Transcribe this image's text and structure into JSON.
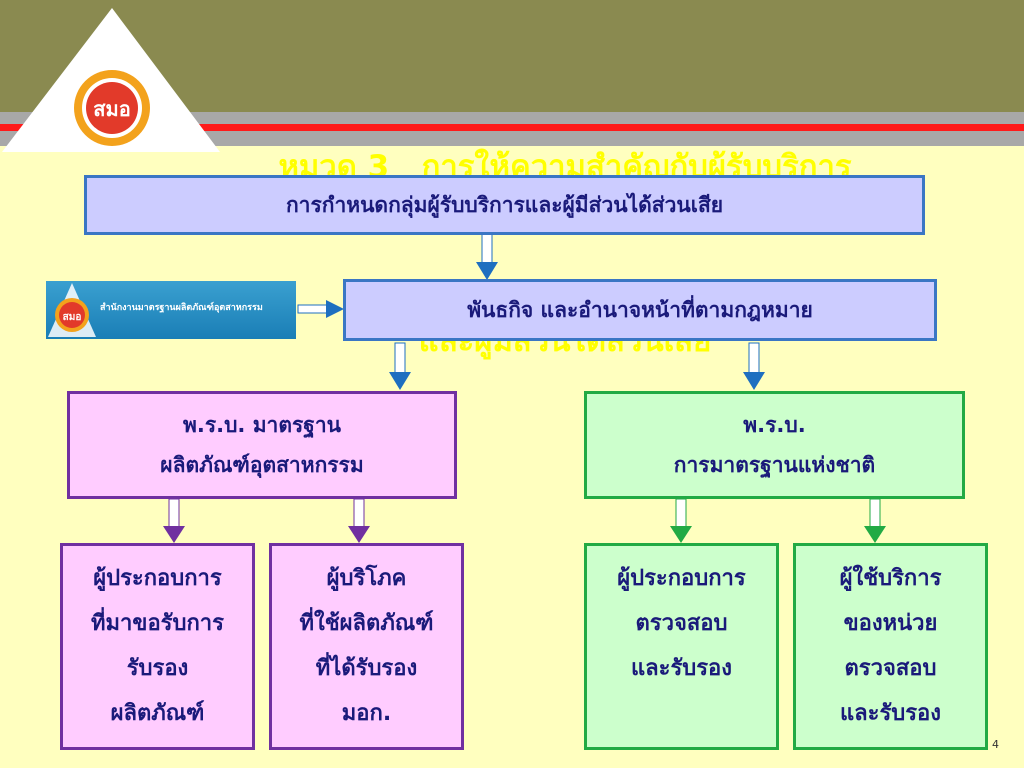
{
  "header": {
    "title_line1": "หมวด 3   การให้ความสำคัญกับผู้รับบริการ",
    "title_line2": "และผู้มีส่วนได้ส่วนเสีย",
    "logo_text": "สมอ"
  },
  "office_logo": {
    "logo_text": "สมอ",
    "name": "สำนักงานมาตรฐานผลิตภัณฑ์อุตสาหกรรม"
  },
  "diagram": {
    "top_box": "การกำหนดกลุ่มผู้รับบริการและผู้มีส่วนได้ส่วนเสีย",
    "mission_box": "พันธกิจ และอำนาจหน้าที่ตามกฎหมาย",
    "left_act": {
      "line1": "พ.ร.บ. มาตรฐาน",
      "line2": "ผลิตภัณฑ์อุตสาหกรรม"
    },
    "right_act": {
      "line1": "พ.ร.บ.",
      "line2": "การมาตรฐานแห่งชาติ"
    },
    "leaf1": [
      "ผู้ประกอบการ",
      "ที่มาขอรับการ",
      "รับรอง",
      "ผลิตภัณฑ์"
    ],
    "leaf2": [
      "ผู้บริโภค",
      "ที่ใช้ผลิตภัณฑ์",
      "ที่ได้รับรอง",
      "มอก."
    ],
    "leaf3": [
      "ผู้ประกอบการ",
      "ตรวจสอบ",
      "และรับรอง"
    ],
    "leaf4": [
      "ผู้ใช้บริการ",
      "ของหน่วย",
      "ตรวจสอบ",
      "และรับรอง"
    ]
  },
  "colors": {
    "background": "#ffffbf",
    "header": "#8a8a50",
    "title": "#ffff00",
    "blue_box": "#ccccff",
    "pink_box": "#ffccff",
    "green_box": "#ccffcc",
    "arrow_blue": "#1e6fc0",
    "arrow_purple": "#7030a0",
    "arrow_green": "#22aa44"
  },
  "page_number": "4"
}
